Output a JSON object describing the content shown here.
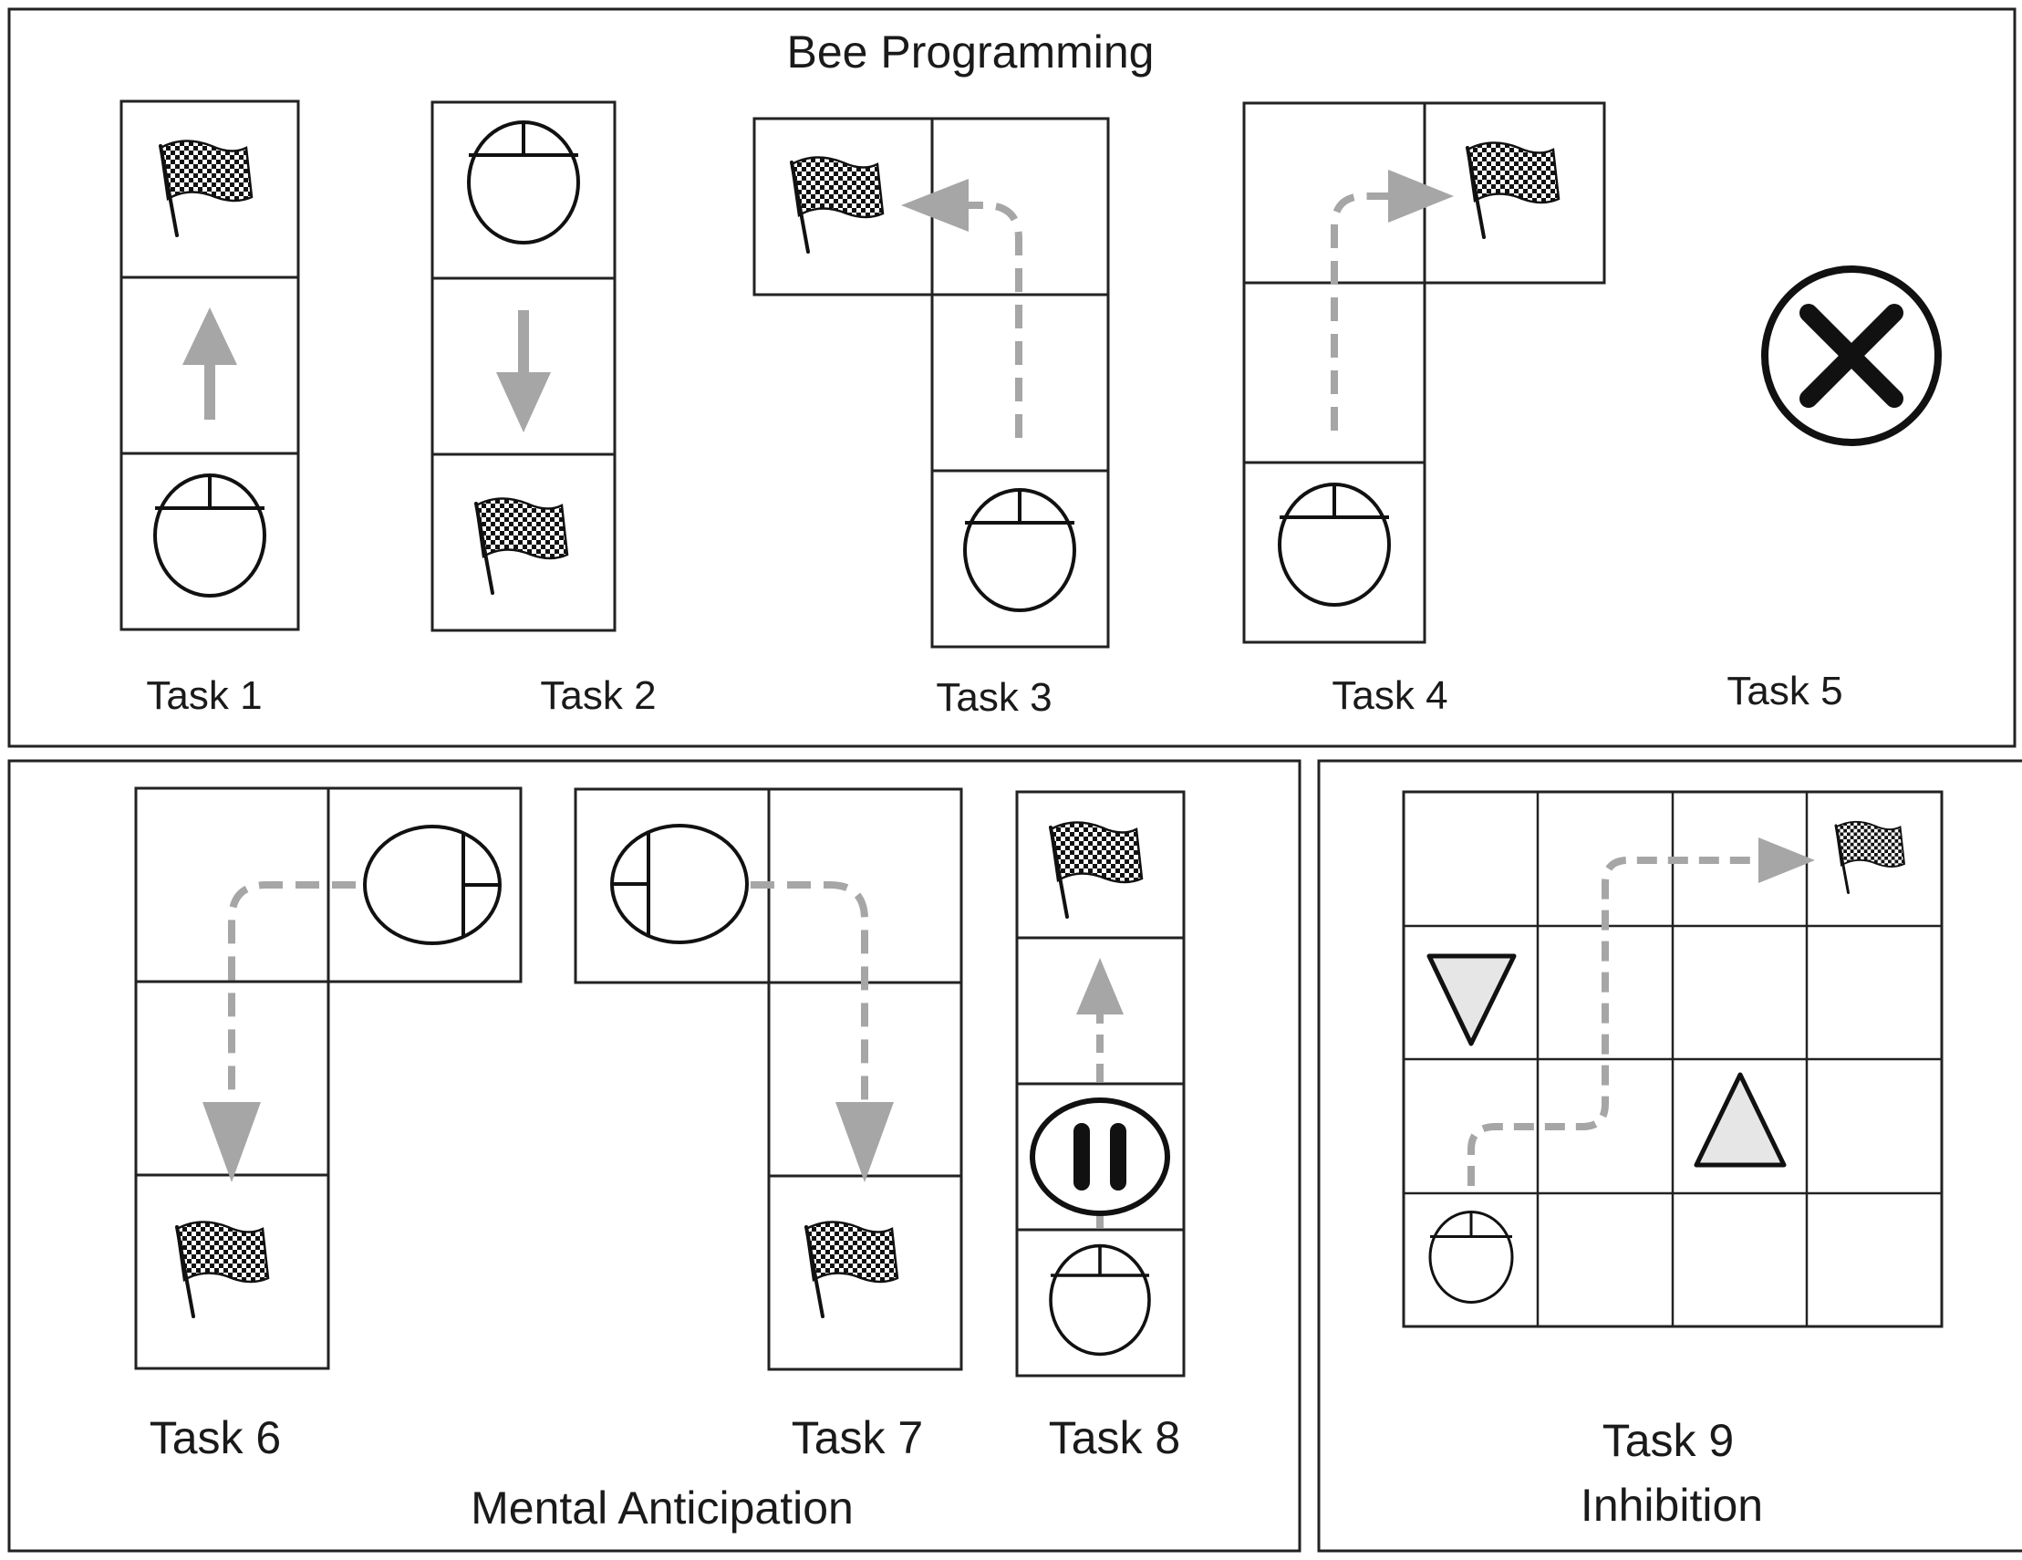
{
  "sections": {
    "top": "Bee Programming",
    "bottom_left": "Mental Anticipation",
    "bottom_right": "Inhibition"
  },
  "tasks": {
    "t1": "Task 1",
    "t2": "Task 2",
    "t3": "Task 3",
    "t4": "Task 4",
    "t5": "Task 5",
    "t6": "Task 6",
    "t7": "Task 7",
    "t8": "Task 8",
    "t9": "Task 9"
  },
  "icons": {
    "flag": "checkered-flag-icon",
    "robot": "bee-robot-icon",
    "pause": "pause-icon",
    "cancel": "cancel-icon",
    "obstacle": "triangle-obstacle-icon"
  },
  "colors": {
    "arrow": "#a6a6a6",
    "stroke": "#222222",
    "obstacle_fill": "#e6e6e6"
  }
}
